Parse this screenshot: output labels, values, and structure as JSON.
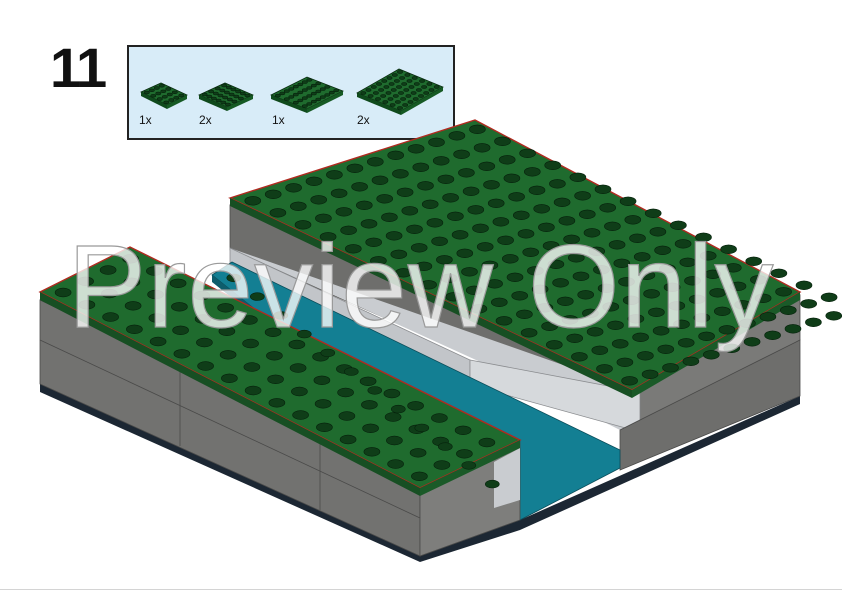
{
  "step": {
    "number": "11"
  },
  "parts": [
    {
      "qty": "1x",
      "name": "green plate 4x4"
    },
    {
      "qty": "2x",
      "name": "green plate 4x6"
    },
    {
      "qty": "1x",
      "name": "green plate 4x8"
    },
    {
      "qty": "2x",
      "name": "green plate 6x8"
    }
  ],
  "watermark": "Preview Only",
  "colors": {
    "plate_green": "#1f6b2e",
    "stud_dark": "#0f3d18",
    "wall_gray": "#6b6b69",
    "light_gray": "#c9ccd0",
    "water_teal": "#137f93",
    "parts_box_bg": "#d8ecf8",
    "edge_red": "#c0392b"
  }
}
